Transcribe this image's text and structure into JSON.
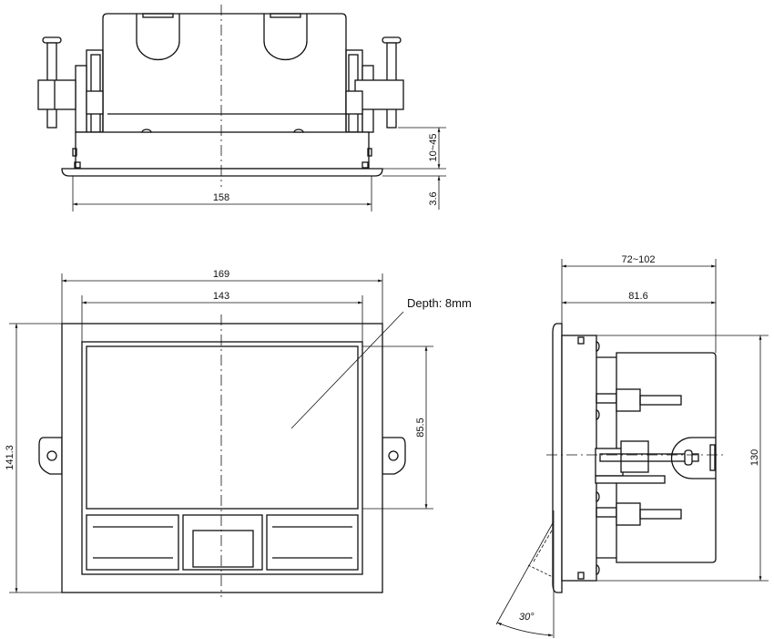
{
  "drawing": {
    "top_view": {
      "dim_width": "158",
      "dim_adjust": "10~45",
      "dim_flange": "3.6"
    },
    "front_view": {
      "dim_outer_width": "169",
      "dim_inner_width": "143",
      "dim_height": "141.3",
      "dim_pad_height": "85.5",
      "depth_note": "Depth: 8mm"
    },
    "side_view": {
      "dim_depth_range": "72~102",
      "dim_depth": "81.6",
      "dim_height": "130",
      "angle": "30°"
    }
  }
}
